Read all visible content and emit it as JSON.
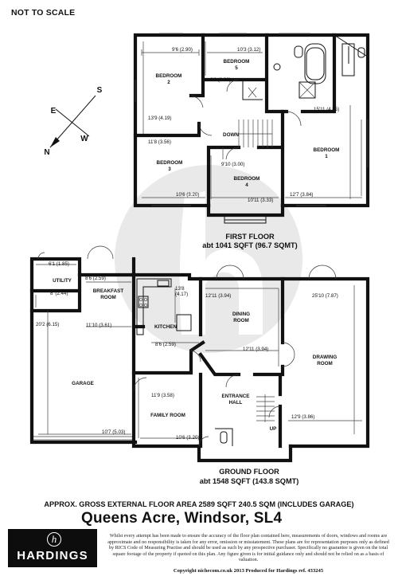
{
  "header": {
    "not_to_scale": "NOT TO SCALE"
  },
  "compass": {
    "n": "N",
    "s": "S",
    "e": "E",
    "w": "W"
  },
  "first_floor": {
    "label": "FIRST FLOOR",
    "area": "abt 1041 SQFT (96.7 SQMT)",
    "rooms": {
      "bedroom2": [
        "BEDROOM",
        "2"
      ],
      "bedroom5": [
        "BEDROOM",
        "5"
      ],
      "bedroom3": [
        "BEDROOM",
        "3"
      ],
      "bedroom4": [
        "BEDROOM",
        "4"
      ],
      "bedroom1": [
        "BEDROOM",
        "1"
      ],
      "down": "DOWN"
    },
    "dims": {
      "b2_w": "9'6 (2.90)",
      "b2_h": "13'9 (4.19)",
      "b5_w": "10'3 (3.12)",
      "b5_h": "9'6 (2.90)",
      "b3_h": "11'8 (3.56)",
      "b3_w": "10'6 (3.20)",
      "b4_h": "9'10 (3.00)",
      "b4_w": "10'11 (3.33)",
      "b1_h": "15'11 (4.85)",
      "b1_w": "12'7 (3.84)"
    }
  },
  "ground_floor": {
    "label": "GROUND FLOOR",
    "area": "abt 1548 SQFT (143.8 SQMT)",
    "rooms": {
      "utility": "UTILITY",
      "breakfast": [
        "BREAKFAST",
        "ROOM"
      ],
      "kitchen": "KITCHEN",
      "dining": [
        "DINING",
        "ROOM"
      ],
      "drawing": [
        "DRAWING",
        "ROOM"
      ],
      "garage": "GARAGE",
      "hall": [
        "ENTRANCE",
        "HALL"
      ],
      "family": "FAMILY ROOM",
      "up": "UP"
    },
    "dims": {
      "ut_w": "6'1 (1.85)",
      "ut_h": "8' (2.44)",
      "bk_w": "8'6 (2.59)",
      "kit_h": "13'8",
      "kit_h2": "(4.17)",
      "kb_w": "11'10 (3.61)",
      "kit_w": "8'6 (2.59)",
      "din_w": "12'11 (3.94)",
      "din_h": "12'11 (3.94)",
      "dr_h": "25'10 (7.87)",
      "dr_w": "12'9 (3.86)",
      "gar_h": "20'2 (6.15)",
      "gar_w": "10'7 (5.03)",
      "fam_h": "11'9 (3.58)",
      "fam_w": "10'6 (3.20)"
    }
  },
  "footer": {
    "gross": "APPROX. GROSS EXTERNAL FLOOR AREA 2589 SQFT 240.5 SQM (INCLUDES GARAGE)",
    "title": "Queens Acre, Windsor, SL4",
    "logo_text": "HARDINGS",
    "logo_mark": "h",
    "disclaimer": "Whilst every attempt has been made to ensure the accuracy of the floor plan contained here, measurements of doors, windows and rooms are approximate and no responsibility is taken for any error, omission or misstatement. These plans are for representation purposes only as defined by RICS Code of Measuring Practise and should be used as such by any prospective purchaser. Specifically no guarantee is given on the total square footage of the property if quoted on this plan. Any figure given is for initial guidance only and should not be relied on as a basis of valuation.",
    "copyright": "Copyright nichecom.co.uk 2013     Produced for Hardings     ref. 433245"
  },
  "colors": {
    "walls": "#111111",
    "watermark": "#e9e9e9",
    "logo_bg": "#0d0d0d"
  }
}
